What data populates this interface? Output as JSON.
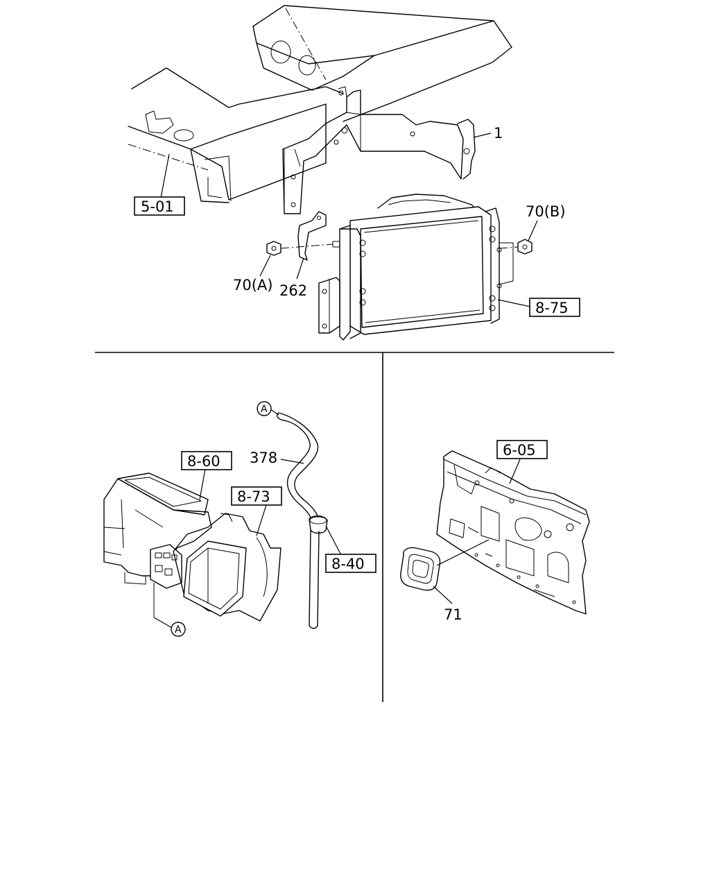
{
  "labels": {
    "part_1": "1",
    "ref_5_01": "5-01",
    "nut_70b": "70(B)",
    "nut_70a": "70(A)",
    "bracket_262": "262",
    "ref_8_75": "8-75",
    "ref_8_60": "8-60",
    "ref_8_73": "8-73",
    "hose_378": "378",
    "ref_8_40": "8-40",
    "ref_6_05": "6-05",
    "grommet_71": "71",
    "marker_a": "A"
  }
}
